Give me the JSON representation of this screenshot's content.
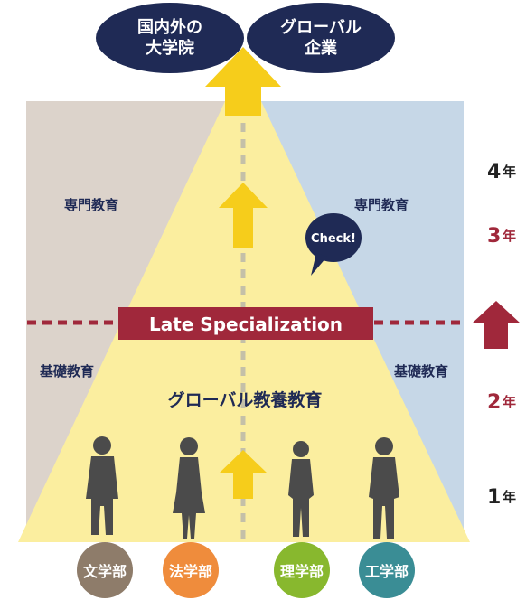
{
  "destinations": {
    "graduate_line1": "国内外の",
    "graduate_line2": "大学院",
    "global_line1": "グローバル",
    "global_line2": "企業"
  },
  "zones": {
    "specialized_left": "専門教育",
    "specialized_right": "専門教育",
    "basic_left": "基礎教育",
    "basic_right": "基礎教育",
    "global_liberal": "グローバル教養教育"
  },
  "banner": {
    "label": "Late Specialization"
  },
  "callout": {
    "label": "Check!"
  },
  "years": [
    {
      "num": "4",
      "unit": "年"
    },
    {
      "num": "3",
      "unit": "年"
    },
    {
      "num": "2",
      "unit": "年"
    },
    {
      "num": "1",
      "unit": "年"
    }
  ],
  "faculties": [
    {
      "label": "文学部",
      "color": "#8e7c6a"
    },
    {
      "label": "法学部",
      "color": "#ef8c3c"
    },
    {
      "label": "理学部",
      "color": "#88b82e"
    },
    {
      "label": "工学部",
      "color": "#3a8d95"
    }
  ],
  "colors": {
    "navy": "#1f2a55",
    "maroon": "#a0283b",
    "yellow": "#f6cd1b",
    "light_yellow": "#fbee9f",
    "left_panel": "#dcd3cb",
    "right_panel": "#c6d7e7",
    "silhouette": "#4b4b4b"
  }
}
